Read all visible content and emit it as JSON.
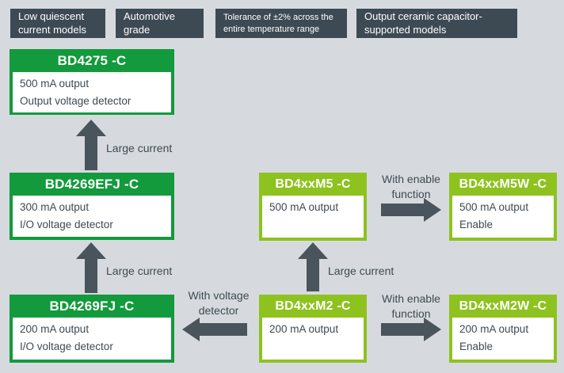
{
  "colors": {
    "background": "#d6dade",
    "tag_background": "#3d4a53",
    "tag_text": "#ffffff",
    "dark_green": "#129a3c",
    "lime_green": "#8dc21f",
    "box_body_background": "#ffffff",
    "body_text": "#3f4a52",
    "arrow": "#4a545c"
  },
  "tags": [
    {
      "text": "Low quiescent\ncurrent models"
    },
    {
      "text": "Automotive grade"
    },
    {
      "text": "Tolerance of ±2% across the\nentire temperature range"
    },
    {
      "text": "Output ceramic capacitor-\nsupported models"
    }
  ],
  "boxes": {
    "bd4275": {
      "title": "BD4275 -C",
      "body": "500 mA output\nOutput voltage detector"
    },
    "bd4269efj": {
      "title": "BD4269EFJ -C",
      "body": "300 mA output\nI/O voltage detector"
    },
    "bd4269fj": {
      "title": "BD4269FJ -C",
      "body": "200 mA output\nI/O voltage detector"
    },
    "bd4xxm5": {
      "title": "BD4xxM5 -C",
      "body": "500 mA output"
    },
    "bd4xxm5w": {
      "title": "BD4xxM5W -C",
      "body": "500 mA output\nEnable"
    },
    "bd4xxm2": {
      "title": "BD4xxM2 -C",
      "body": "200 mA output"
    },
    "bd4xxm2w": {
      "title": "BD4xxM2W -C",
      "body": "200 mA output\nEnable"
    }
  },
  "arrow_labels": {
    "large_current_1": "Large current",
    "large_current_2": "Large current",
    "large_current_3": "Large current",
    "with_enable_1": "With enable\nfunction",
    "with_enable_2": "With enable\nfunction",
    "with_voltage_detector": "With voltage\ndetector"
  }
}
